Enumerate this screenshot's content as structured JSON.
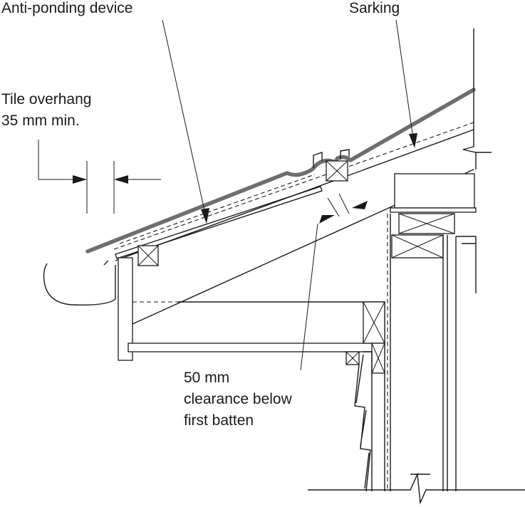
{
  "labels": {
    "anti_ponding": "Anti-ponding device",
    "sarking": "Sarking",
    "tile_overhang": [
      "Tile overhang",
      "35 mm min."
    ],
    "clearance": [
      "50 mm",
      "clearance below",
      "first batten"
    ]
  },
  "colors": {
    "line": "#1a1a1a",
    "tile": "#6e6e6e",
    "background": "#ffffff"
  }
}
